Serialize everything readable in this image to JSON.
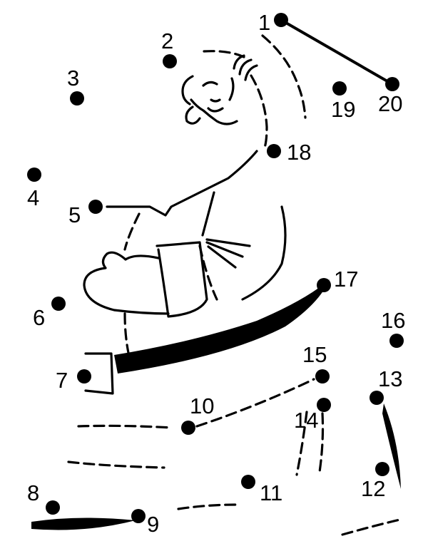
{
  "puzzle": {
    "dots": [
      {
        "label": "1"
      },
      {
        "label": "2"
      },
      {
        "label": "3"
      },
      {
        "label": "4"
      },
      {
        "label": "5"
      },
      {
        "label": "6"
      },
      {
        "label": "7"
      },
      {
        "label": "8"
      },
      {
        "label": "9"
      },
      {
        "label": "10"
      },
      {
        "label": "11"
      },
      {
        "label": "12"
      },
      {
        "label": "13"
      },
      {
        "label": "14"
      },
      {
        "label": "15"
      },
      {
        "label": "16"
      },
      {
        "label": "17"
      },
      {
        "label": "18"
      },
      {
        "label": "19"
      },
      {
        "label": "20"
      }
    ],
    "connected_segments": [
      [
        "1",
        "20"
      ]
    ],
    "ink_color": "#000000",
    "background": "#ffffff"
  }
}
